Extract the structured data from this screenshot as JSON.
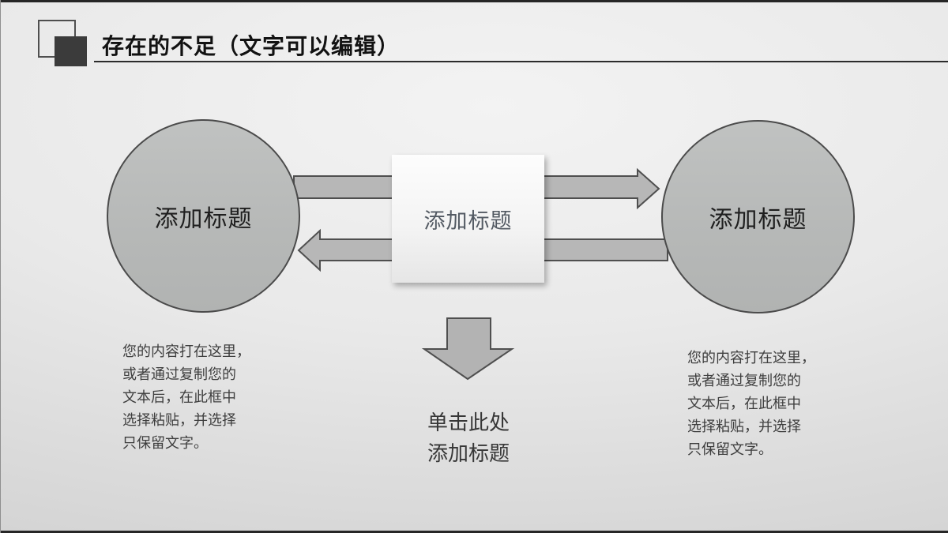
{
  "header": {
    "title": "存在的不足（文字可以编辑）"
  },
  "diagram": {
    "left_circle": {
      "label": "添加标题"
    },
    "right_circle": {
      "label": "添加标题"
    },
    "center_box": {
      "label": "添加标题"
    },
    "arrow_top": {
      "direction": "right"
    },
    "arrow_bottom": {
      "direction": "left"
    },
    "arrow_down": {
      "direction": "down"
    },
    "caption": {
      "lines": [
        "单击此处",
        "添加标题"
      ]
    },
    "left_note": {
      "lines": [
        "您的内容打在这里，",
        "或者通过复制您的",
        "文本后，在此框中",
        "选择粘贴，并选择",
        "只保留文字。"
      ]
    },
    "right_note": {
      "lines": [
        "您的内容打在这里，",
        "或者通过复制您的",
        "文本后，在此框中",
        "选择粘贴，并选择",
        "只保留文字。"
      ]
    }
  },
  "colors": {
    "title_text": "#121212",
    "title_rule": "#2c2c2c",
    "circle_fill": "#b9bbba",
    "shape_stroke": "#4f4f4f",
    "arrow_fill": "#b7b7b7",
    "center_box_fill": "#f4f4f4",
    "center_box_text": "#535a63",
    "note_text": "#3e3e3e",
    "slide_edge": "#262626"
  }
}
